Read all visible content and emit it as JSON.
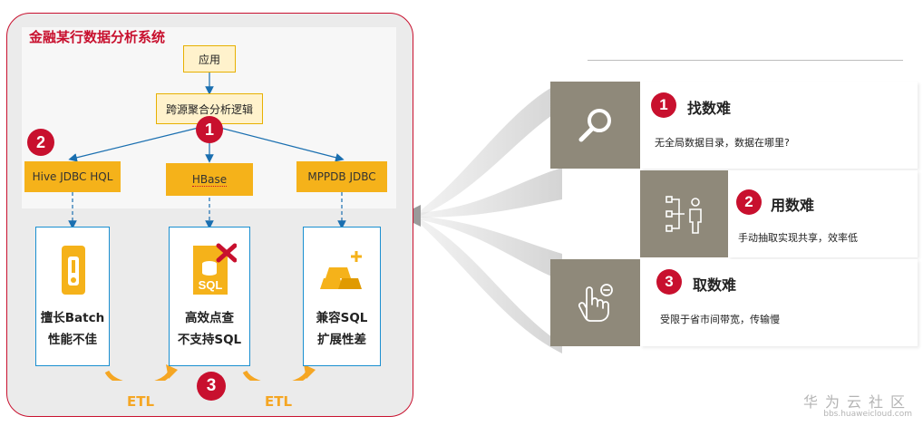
{
  "system": {
    "title": "金融某行数据分析系统"
  },
  "flow": {
    "app_label": "应用",
    "logic_label": "跨源聚合分析逻辑",
    "sources": [
      "Hive JDBC HQL",
      "HBase",
      "MPPDB JDBC"
    ]
  },
  "stores": [
    {
      "line1": "擅长Batch",
      "line2": "性能不佳"
    },
    {
      "line1": "高效点查",
      "line2": "不支持SQL"
    },
    {
      "line1": "兼容SQL",
      "line2": "扩展性差"
    }
  ],
  "sql_icon_text": "SQL",
  "etl_label": "ETL",
  "badges": [
    "1",
    "2",
    "3"
  ],
  "problems": [
    {
      "num": "1",
      "title": "找数难",
      "desc": "无全局数据目录，数据在哪里?"
    },
    {
      "num": "2",
      "title": "用数难",
      "desc": "手动抽取实现共享，效率低"
    },
    {
      "num": "3",
      "title": "取数难",
      "desc": "受限于省市间带宽，传输慢"
    }
  ],
  "watermark": {
    "brand": "华为云社区",
    "url": "bbs.huaweicloud.com"
  },
  "colors": {
    "accent": "#c8102e",
    "orange": "#f5b21a",
    "blue": "#1a8fd0",
    "tile": "#8f897a"
  }
}
